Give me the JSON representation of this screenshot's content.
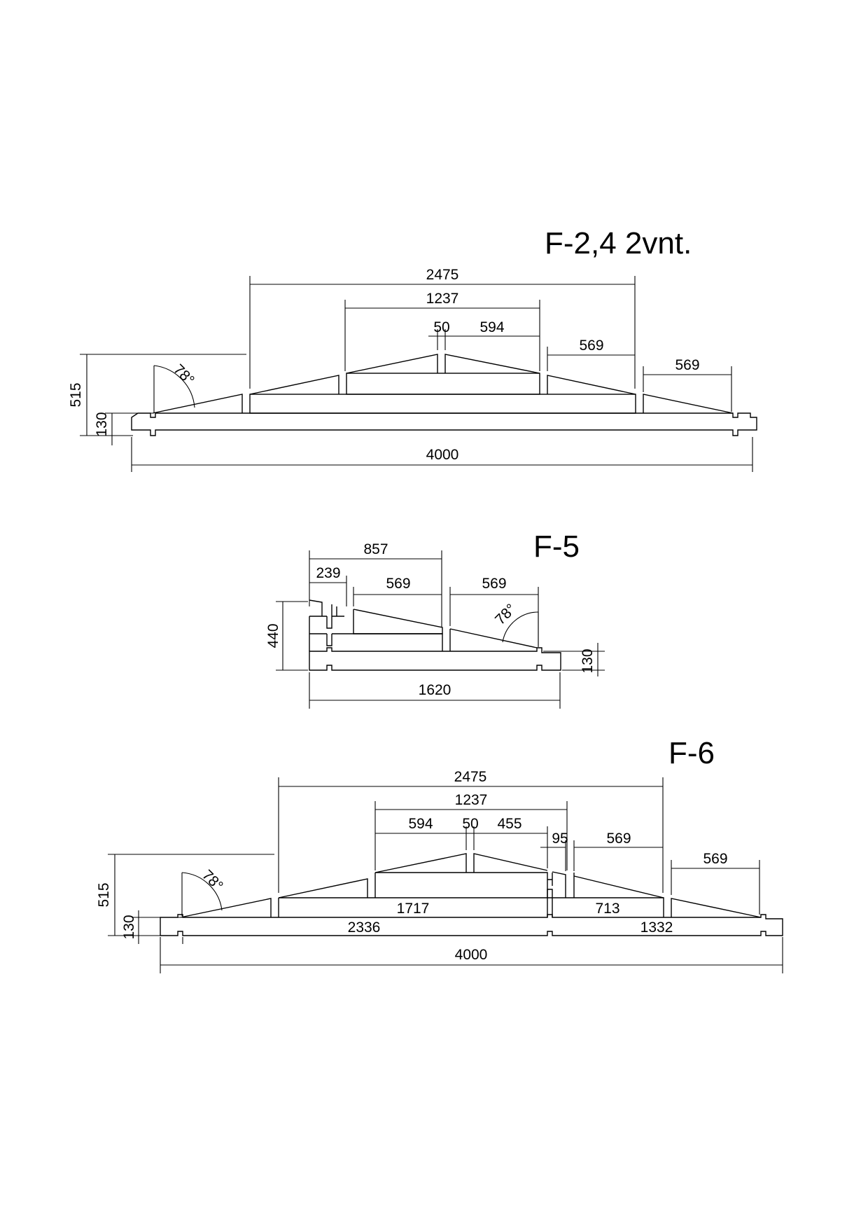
{
  "drawings": [
    {
      "title": "F-2,4 2vnt.",
      "angle": "78°",
      "dims": {
        "total": "2475",
        "half": "1237",
        "gap": "50",
        "inner": "594",
        "step_mid": "569",
        "step_out": "569",
        "height": "515",
        "base_height": "130",
        "length": "4000"
      }
    },
    {
      "title": "F-5",
      "angle": "78°",
      "dims": {
        "top": "857",
        "small": "239",
        "step_a": "569",
        "step_b": "569",
        "height": "440",
        "base_height": "130",
        "length": "1620"
      }
    },
    {
      "title": "F-6",
      "angle": "78°",
      "dims": {
        "total": "2475",
        "half": "1237",
        "left_inner": "594",
        "gap": "50",
        "right_inner": "455",
        "small": "95",
        "step_mid": "569",
        "step_out": "569",
        "height": "515",
        "base_height": "130",
        "seg_1717": "1717",
        "seg_713": "713",
        "seg_2336": "2336",
        "seg_1332": "1332",
        "length": "4000"
      }
    }
  ]
}
